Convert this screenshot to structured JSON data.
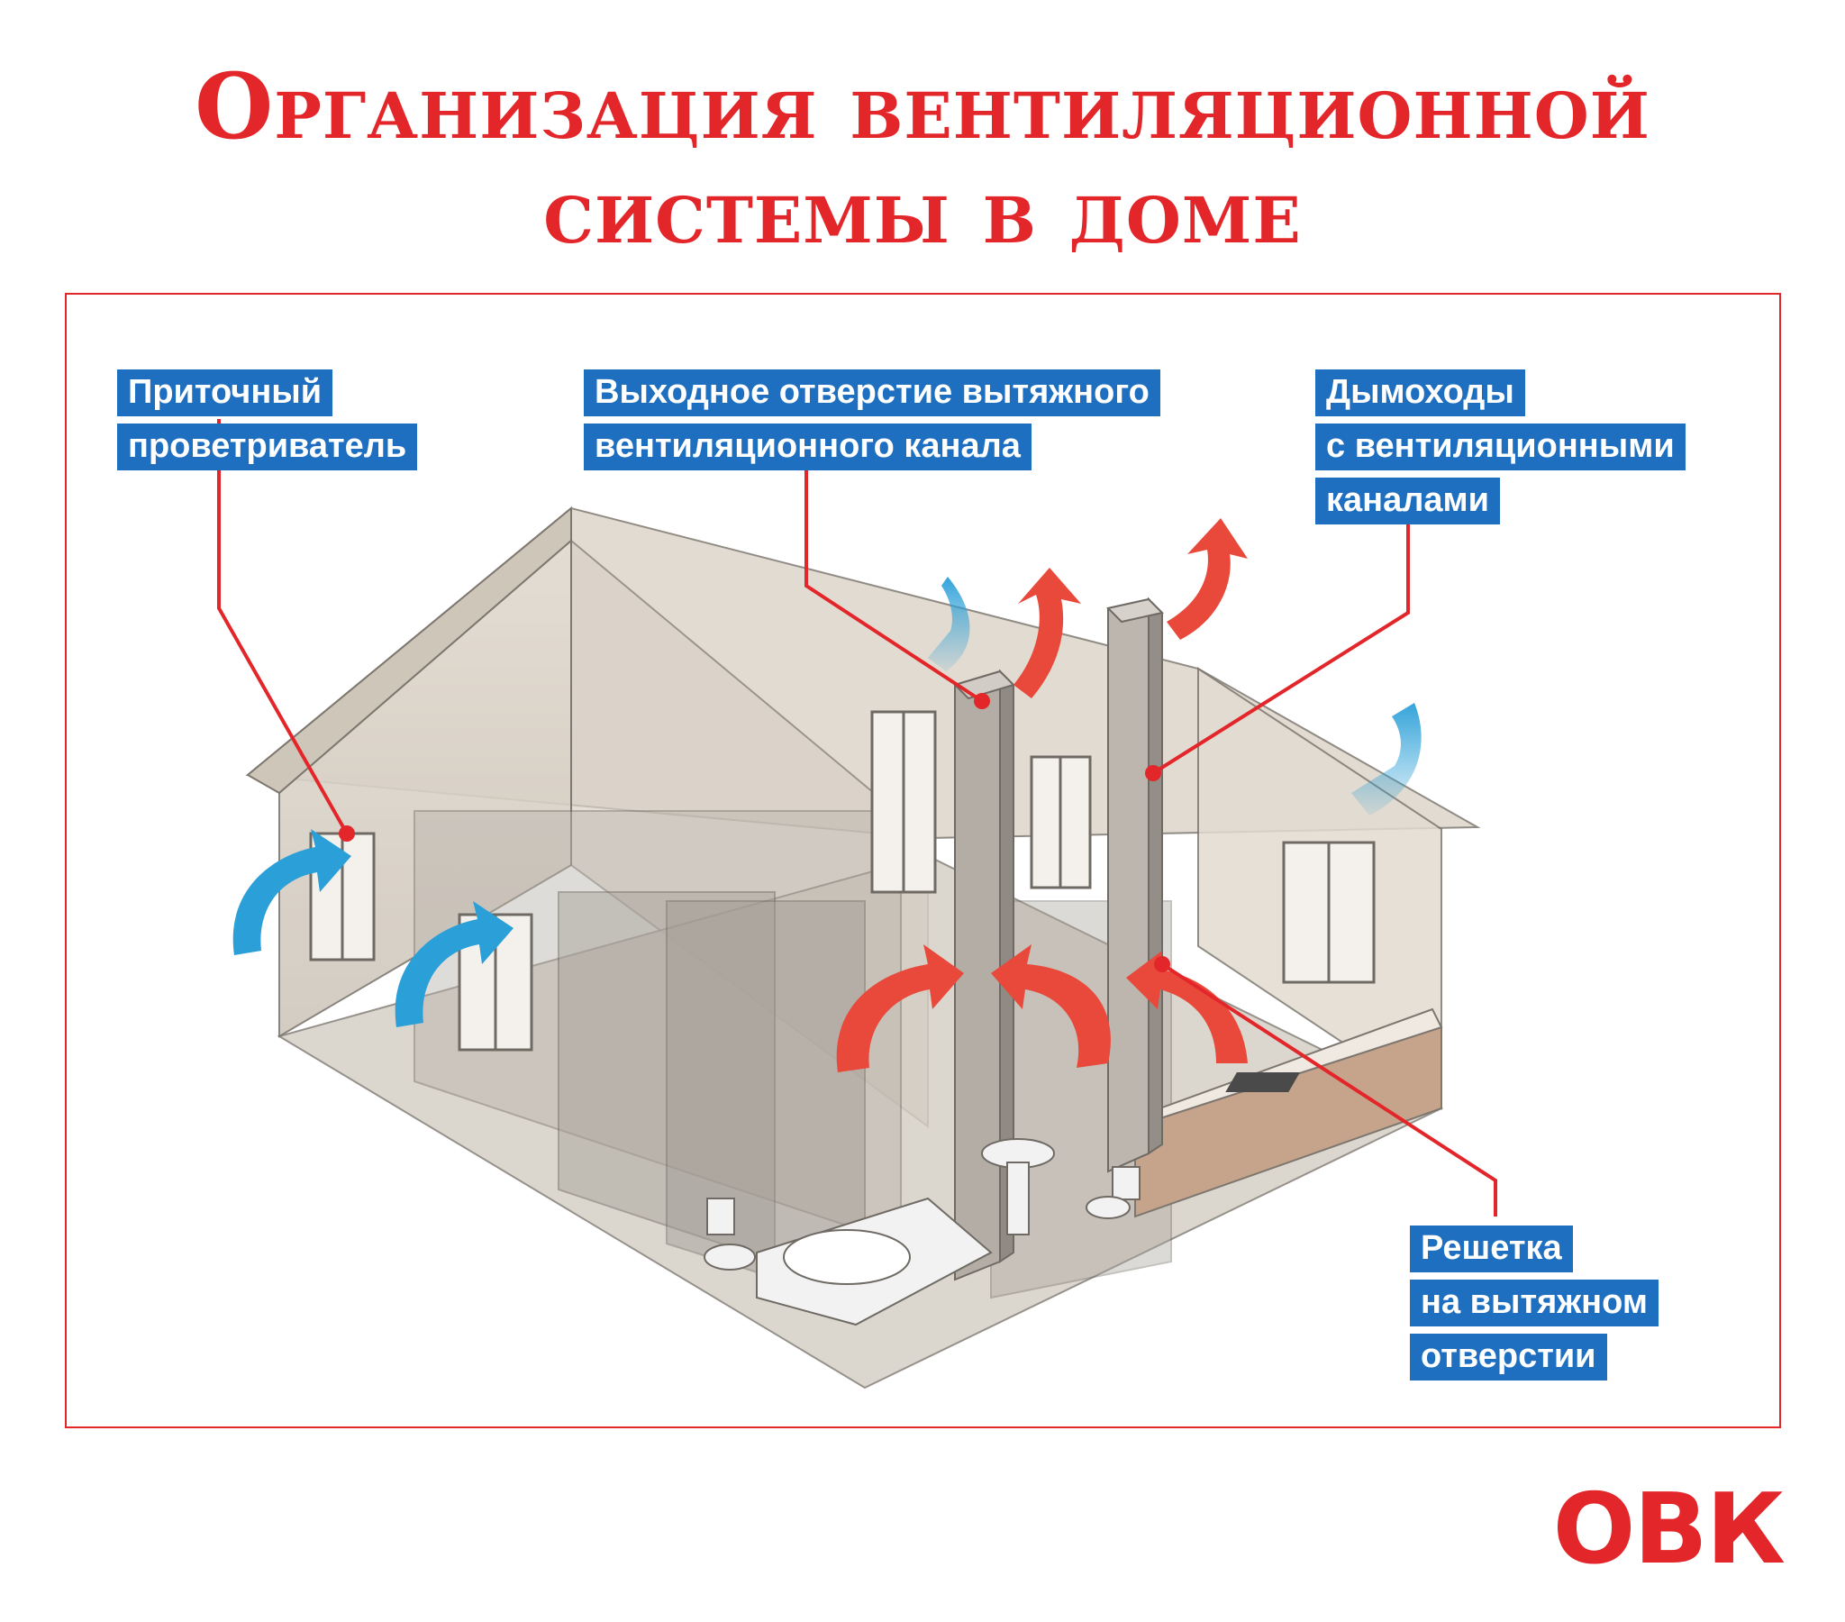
{
  "title": {
    "line1": "Организация вентиляционной",
    "line2": "системы в доме"
  },
  "labels": {
    "supply_ventilator": [
      "Приточный",
      "проветриватель"
    ],
    "exhaust_outlet": [
      "Выходное отверстие вытяжного",
      "вентиляционного канала"
    ],
    "chimneys": [
      "Дымоходы",
      "с вентиляционными",
      "каналами"
    ],
    "exhaust_grille": [
      "Решетка",
      "на вытяжном",
      "отверстии"
    ]
  },
  "logo": "ОВК",
  "colors": {
    "accent_red": "#e3262a",
    "label_blue": "#1f6fc1",
    "supply_arrow_blue": "#2a9fd8",
    "exhaust_arrow_red": "#e8493a"
  }
}
